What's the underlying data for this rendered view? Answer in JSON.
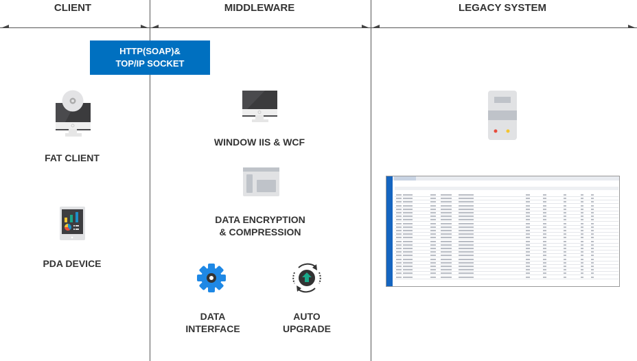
{
  "headers": {
    "client": "CLIENT",
    "middleware": "MIDDLEWARE",
    "legacy": "LEGACY SYSTEM"
  },
  "protocol": {
    "line1": "HTTP(SOAP)&",
    "line2": "TOP/IP SOCKET"
  },
  "client": {
    "fat_client": "FAT CLIENT",
    "pda": "PDA DEVICE"
  },
  "middleware": {
    "iis": "WINDOW IIS & WCF",
    "encryption_line1": "DATA ENCRYPTION",
    "encryption_line2": "& COMPRESSION",
    "interface_line1": "DATA",
    "interface_line2": "INTERFACE",
    "upgrade_line1": "AUTO",
    "upgrade_line2": "UPGRADE"
  },
  "colors": {
    "accent": "#0070c0",
    "gear": "#1e88e5",
    "upgrade": "#1aa98a"
  }
}
